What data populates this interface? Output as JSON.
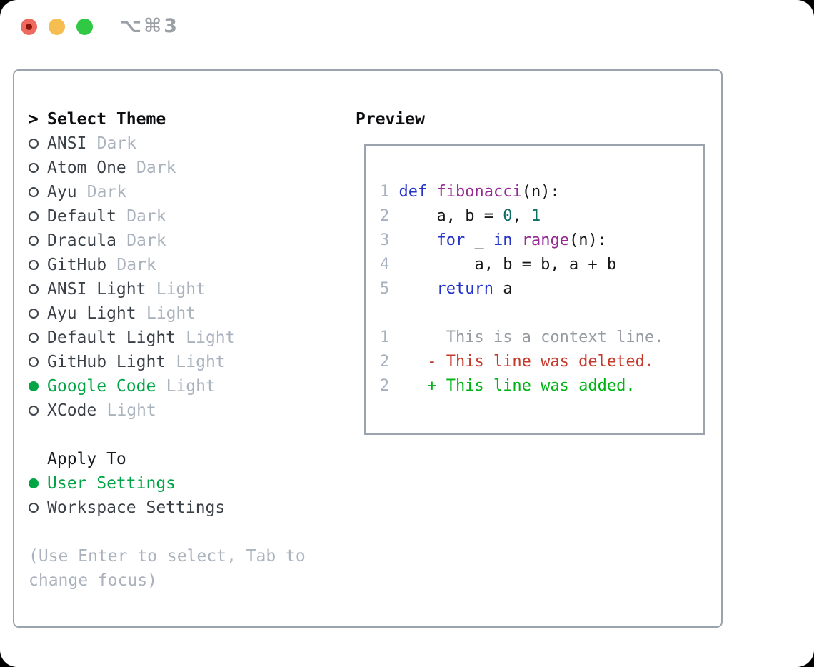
{
  "window": {
    "title": "⌥⌘3",
    "traffic_lights": [
      "close",
      "minimize",
      "zoom"
    ]
  },
  "theme_selector": {
    "cursor": ">",
    "title": "Select Theme",
    "items": [
      {
        "name": "ANSI",
        "variant": "Dark",
        "selected": false
      },
      {
        "name": "Atom One",
        "variant": "Dark",
        "selected": false
      },
      {
        "name": "Ayu",
        "variant": "Dark",
        "selected": false
      },
      {
        "name": "Default",
        "variant": "Dark",
        "selected": false
      },
      {
        "name": "Dracula",
        "variant": "Dark",
        "selected": false
      },
      {
        "name": "GitHub",
        "variant": "Dark",
        "selected": false
      },
      {
        "name": "ANSI Light",
        "variant": "Light",
        "selected": false
      },
      {
        "name": "Ayu Light",
        "variant": "Light",
        "selected": false
      },
      {
        "name": "Default Light",
        "variant": "Light",
        "selected": false
      },
      {
        "name": "GitHub Light",
        "variant": "Light",
        "selected": false
      },
      {
        "name": "Google Code",
        "variant": "Light",
        "selected": true
      },
      {
        "name": "XCode",
        "variant": "Light",
        "selected": false
      }
    ]
  },
  "apply_to": {
    "title": "Apply To",
    "options": [
      {
        "label": "User Settings",
        "selected": true
      },
      {
        "label": "Workspace Settings",
        "selected": false
      }
    ]
  },
  "help_text": "(Use Enter to select, Tab to change focus)",
  "preview": {
    "title": "Preview",
    "lines": [
      {
        "num": "1",
        "tokens": [
          {
            "text": " "
          },
          {
            "text": "def",
            "type": "kw"
          },
          {
            "text": " "
          },
          {
            "text": "fibonacci",
            "type": "fn"
          },
          {
            "text": "(n):"
          }
        ]
      },
      {
        "num": "2",
        "tokens": [
          {
            "text": "     a, b = "
          },
          {
            "text": "0",
            "type": "lit"
          },
          {
            "text": ", "
          },
          {
            "text": "1",
            "type": "lit"
          }
        ]
      },
      {
        "num": "3",
        "tokens": [
          {
            "text": "     "
          },
          {
            "text": "for",
            "type": "kw"
          },
          {
            "text": " _ "
          },
          {
            "text": "in",
            "type": "kw"
          },
          {
            "text": " "
          },
          {
            "text": "range",
            "type": "fn"
          },
          {
            "text": "(n):"
          }
        ]
      },
      {
        "num": "4",
        "tokens": [
          {
            "text": "         a, b = b, a + b"
          }
        ]
      },
      {
        "num": "5",
        "tokens": [
          {
            "text": "     "
          },
          {
            "text": "return",
            "type": "kw"
          },
          {
            "text": " a"
          }
        ]
      },
      {
        "num": "",
        "tokens": []
      },
      {
        "num": "1",
        "tokens": [
          {
            "text": "      This is a context line.",
            "type": "ctx"
          }
        ]
      },
      {
        "num": "2",
        "tokens": [
          {
            "text": "    - This line was deleted.",
            "type": "del"
          }
        ]
      },
      {
        "num": "2",
        "tokens": [
          {
            "text": "    + This line was added.",
            "type": "add"
          }
        ]
      }
    ]
  },
  "colors": {
    "accent_green": "#00a544",
    "muted_gray": "#a9b2bd",
    "panel_border": "#9aa3ae",
    "line_number": "#a5b0c0",
    "syntax_keyword": "#2433c8",
    "syntax_function": "#952a95",
    "syntax_literal": "#0d6e68",
    "diff_deleted": "#c5392b",
    "diff_added": "#00b416",
    "diff_context": "#979ca3",
    "traffic_red": "#ee6a5e",
    "traffic_yellow": "#f6bd50",
    "traffic_green": "#30c845"
  }
}
